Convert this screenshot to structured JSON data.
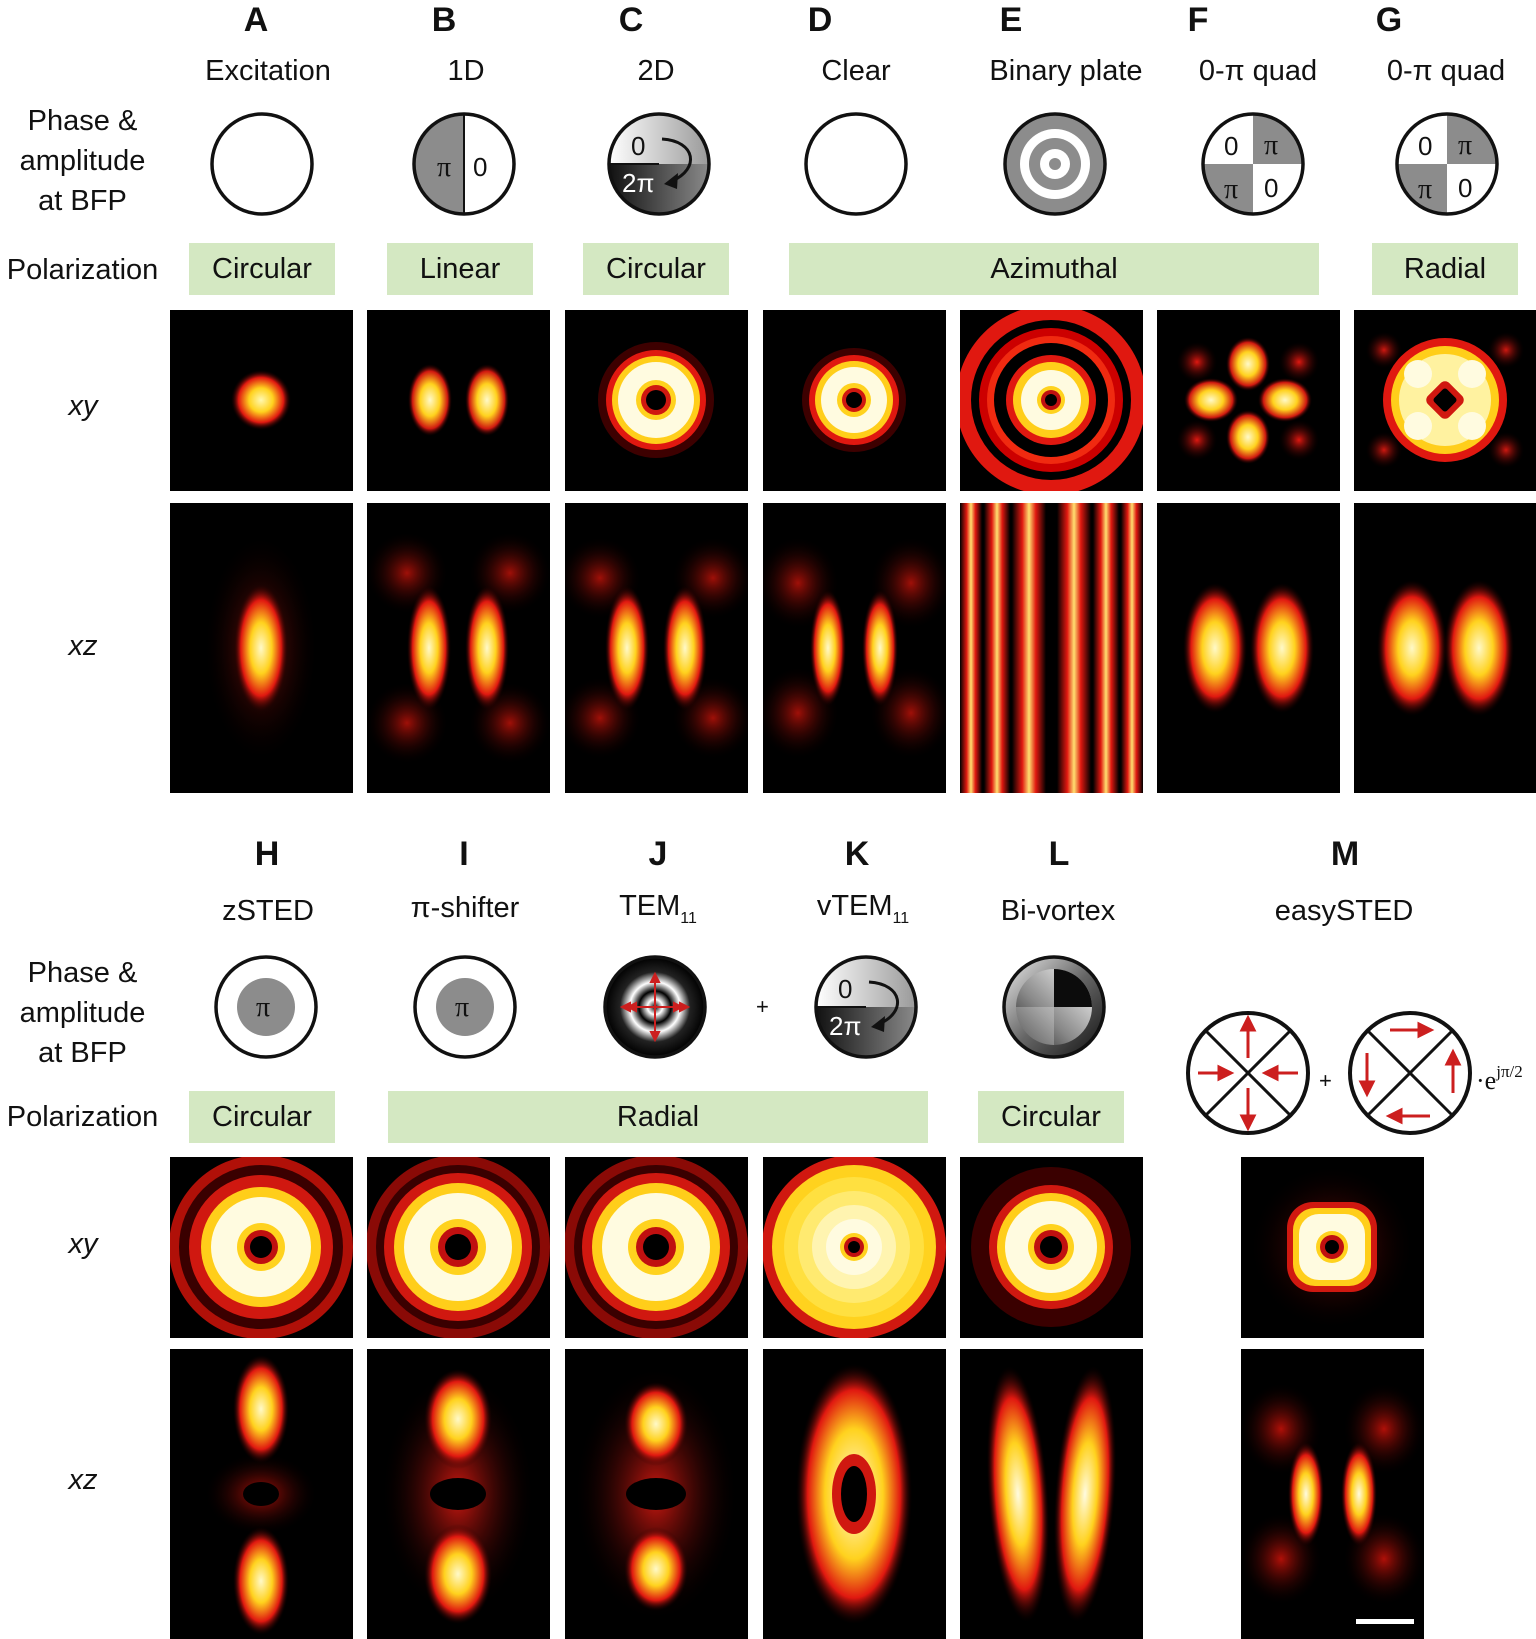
{
  "columns_top": [
    {
      "letter": "A",
      "name": "Excitation",
      "pol": ""
    },
    {
      "letter": "B",
      "name": "1D"
    },
    {
      "letter": "C",
      "name": "2D"
    },
    {
      "letter": "D",
      "name": "Clear"
    },
    {
      "letter": "E",
      "name": "Binary plate"
    },
    {
      "letter": "F",
      "name": "0-π quad"
    },
    {
      "letter": "G",
      "name": "0-π quad"
    }
  ],
  "columns_bottom": [
    {
      "letter": "H",
      "name": "zSTED"
    },
    {
      "letter": "I",
      "name": "π-shifter"
    },
    {
      "letter": "J",
      "name": "TEM",
      "name_sub": "11"
    },
    {
      "letter": "K",
      "name": "vTEM",
      "name_sub": "11"
    },
    {
      "letter": "L",
      "name": "Bi-vortex"
    },
    {
      "letter": "M",
      "name": "easySTED"
    }
  ],
  "row_labels": {
    "phase_line1": "Phase &",
    "phase_line2": "amplitude",
    "phase_line3": "at BFP",
    "polarization": "Polarization",
    "xy": "xy",
    "xz": "xz"
  },
  "polarization_top": [
    "Circular",
    "Linear",
    "Circular",
    "Azimuthal",
    "Radial"
  ],
  "polarization_bottom": [
    "Circular",
    "Radial",
    "Circular"
  ],
  "mask_labels": {
    "pi": "π",
    "zero": "0",
    "two_pi": "2π",
    "plus": "+",
    "exp_base": "e",
    "exp_power": "jπ/2",
    "dot": "·"
  },
  "colors": {
    "pol_bg": "#d4e8c2",
    "mask_gray": "#8c8c8c",
    "arrow_red": "#cc1f1f"
  }
}
